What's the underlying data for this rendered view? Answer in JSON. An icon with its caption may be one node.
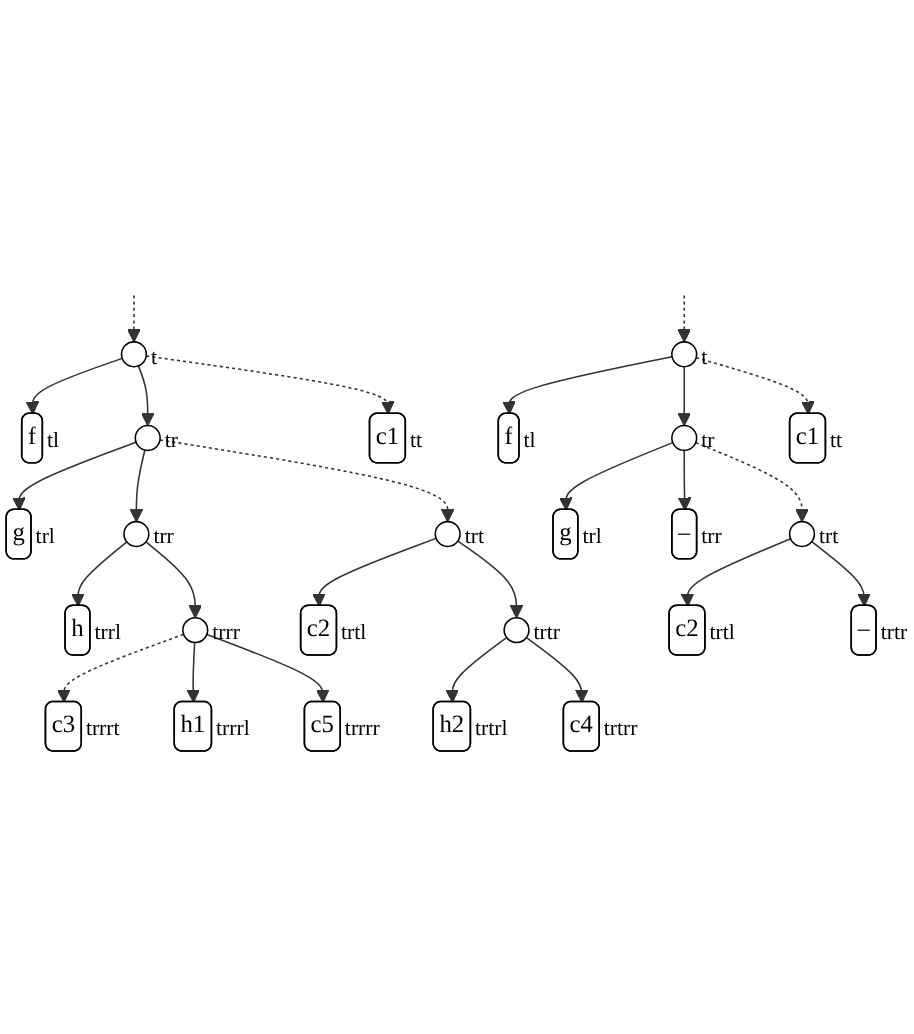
{
  "diagram": {
    "nodes": [
      {
        "text": [],
        "shape": "circle",
        "beside": [
          "t"
        ]
      },
      {
        "text": [
          "c1"
        ],
        "beside": [
          "tt"
        ]
      },
      {
        "text": [
          "f"
        ],
        "beside": [
          "tl"
        ]
      },
      {
        "text": [],
        "shape": "circle",
        "beside": [
          "tr"
        ]
      },
      {
        "text": [],
        "shape": "circle",
        "beside": [
          "trt"
        ]
      },
      {
        "text": [
          "c2"
        ],
        "beside": [
          "trtl"
        ]
      },
      {
        "text": [],
        "shape": "circle",
        "beside": [
          "trtr"
        ]
      },
      {
        "text": [
          "g"
        ],
        "beside": [
          "trl"
        ]
      },
      {
        "text": [],
        "shape": "circle",
        "beside": [
          "trr"
        ]
      },
      {
        "text": [
          "h2"
        ],
        "beside": [
          "trtrl"
        ]
      },
      {
        "text": [
          "c4"
        ],
        "beside": [
          "trtrr"
        ]
      },
      {
        "text": [
          "h"
        ],
        "beside": [
          "trrl"
        ]
      },
      {
        "text": [],
        "shape": "circle",
        "beside": [
          "trrr"
        ]
      },
      {
        "text": [
          "c3"
        ],
        "beside": [
          "trrrt"
        ]
      },
      {
        "text": [
          "h1"
        ],
        "beside": [
          "trrrl"
        ]
      },
      {
        "text": [
          "c5"
        ],
        "beside": [
          "trrrr"
        ]
      },
      {
        "text": [],
        "shape": "circle",
        "beside": [
          "t"
        ]
      },
      {
        "text": [
          "c1"
        ],
        "beside": [
          "tt"
        ]
      },
      {
        "text": [
          "f"
        ],
        "beside": [
          "tl"
        ]
      },
      {
        "text": [],
        "shape": "circle",
        "beside": [
          "tr"
        ]
      },
      {
        "text": [],
        "shape": "circle",
        "beside": [
          "trt"
        ]
      },
      {
        "text": [
          "c2"
        ],
        "beside": [
          "trtl"
        ]
      },
      {
        "text": [
          "–"
        ],
        "beside": [
          "trtr"
        ]
      },
      {
        "text": [
          "g"
        ],
        "beside": [
          "trl"
        ]
      },
      {
        "text": [
          "–"
        ],
        "beside": [
          "trr"
        ]
      }
    ],
    "edges": [
      {
        "from": null,
        "to": 0,
        "arrow": "to",
        "style": "dashed"
      },
      {
        "from": 0,
        "to": 2,
        "arrow": "to"
      },
      {
        "from": 0,
        "to": 3,
        "arrow": "to"
      },
      {
        "from": 0,
        "to": 1,
        "arrow": "to",
        "style": "dashed"
      },
      {
        "from": 3,
        "to": 7,
        "arrow": "to"
      },
      {
        "from": 3,
        "to": 8,
        "arrow": "to"
      },
      {
        "from": 3,
        "to": 4,
        "arrow": "to",
        "style": "dashed"
      },
      {
        "from": 4,
        "to": 5,
        "arrow": "to"
      },
      {
        "from": 4,
        "to": 6,
        "arrow": "to"
      },
      {
        "from": 6,
        "to": 9,
        "arrow": "to"
      },
      {
        "from": 6,
        "to": 10,
        "arrow": "to"
      },
      {
        "from": 8,
        "to": 11,
        "arrow": "to"
      },
      {
        "from": 8,
        "to": 12,
        "arrow": "to"
      },
      {
        "from": 12,
        "to": 13,
        "arrow": "to",
        "style": "dashed"
      },
      {
        "from": 12,
        "to": 14,
        "arrow": "to"
      },
      {
        "from": 12,
        "to": 15,
        "arrow": "to"
      },
      {
        "from": null,
        "to": 16,
        "arrow": "to",
        "style": "dashed"
      },
      {
        "from": 16,
        "to": 18,
        "arrow": "to"
      },
      {
        "from": 16,
        "to": 19,
        "arrow": "to"
      },
      {
        "from": 16,
        "to": 17,
        "arrow": "to",
        "style": "dashed"
      },
      {
        "from": 19,
        "to": 23,
        "arrow": "to"
      },
      {
        "from": 19,
        "to": 24,
        "arrow": "to"
      },
      {
        "from": 19,
        "to": 20,
        "arrow": "to",
        "style": "dashed"
      },
      {
        "from": 20,
        "to": 21,
        "arrow": "to"
      },
      {
        "from": 20,
        "to": 22,
        "arrow": "to"
      }
    ]
  }
}
